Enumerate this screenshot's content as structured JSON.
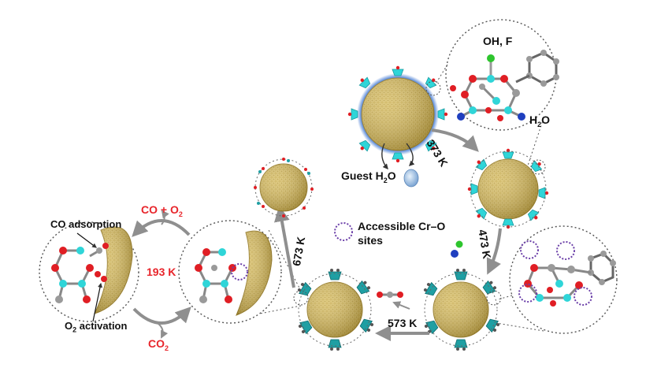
{
  "labels": {
    "oh_f": "OH, F",
    "h2o_site_pre": "H",
    "h2o_site_sub": "2",
    "h2o_site_post": "O",
    "guest_pre": "Guest H",
    "guest_sub": "2",
    "guest_post": "O",
    "t373": "373 K",
    "t473": "473 K",
    "t573": "573 K",
    "t673": "673 K",
    "t193": "193 K",
    "accessible_line1": "Accessible Cr–O",
    "accessible_line2": "sites",
    "co_adsorption": "CO adsorption",
    "co_o2_pre": "CO + O",
    "co_o2_sub": "2",
    "o2_act_pre": "O",
    "o2_act_sub": "2",
    "o2_act_post": " activation",
    "co2_pre": "CO",
    "co2_sub": "2"
  },
  "colors": {
    "nanoparticle": "#c9ad52",
    "mof_cyan": "#2fd5d8",
    "oxygen": "#e01e24",
    "carbon": "#9a9a9a",
    "hydroxyl_green": "#2ec52e",
    "water_blue": "#1f3fbf",
    "site_circle": "#6b3fa8",
    "arrow": "#8f8f8f",
    "red_text": "#e8252b"
  },
  "icons": [
    "nanoparticle-sphere",
    "nanoparticle-cap",
    "mof-cluster",
    "water-droplet",
    "dashed-zoom-circle"
  ]
}
